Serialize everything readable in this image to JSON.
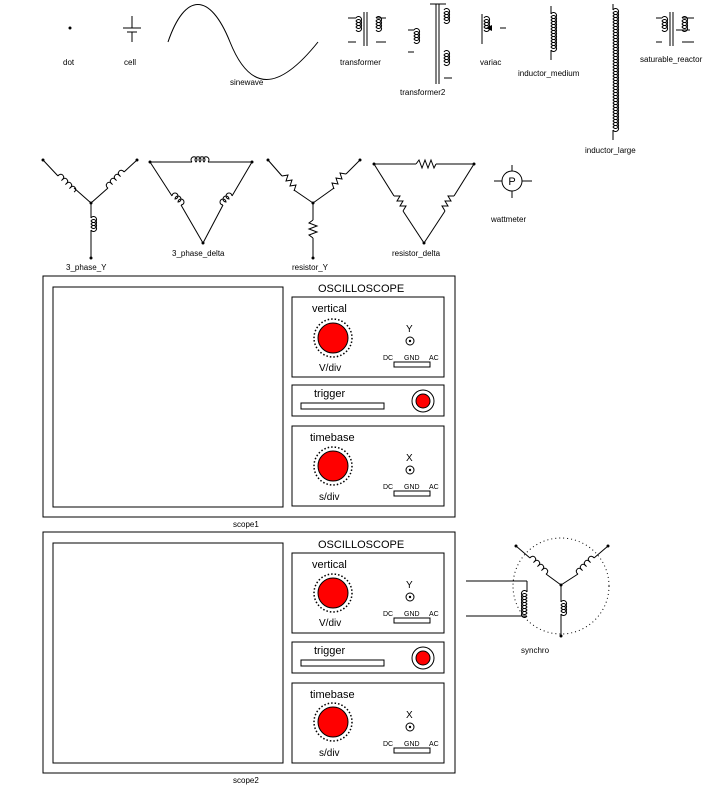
{
  "components": {
    "dot": "dot",
    "cell": "cell",
    "sinewave": "sinewave",
    "transformer": "transformer",
    "transformer2": "transformer2",
    "variac": "variac",
    "inductor_medium": "inductor_medium",
    "inductor_large": "inductor_large",
    "saturable_reactor": "saturable_reactor",
    "three_phase_y": "3_phase_Y",
    "three_phase_delta": "3_phase_delta",
    "resistor_y": "resistor_Y",
    "resistor_delta": "resistor_delta",
    "wattmeter": "wattmeter",
    "wattmeter_symbol": "P",
    "synchro": "synchro"
  },
  "scopes": [
    {
      "name": "scope1",
      "title": "OSCILLOSCOPE",
      "vertical_label": "vertical",
      "vertical_unit": "V/div",
      "y_label": "Y",
      "trigger_label": "trigger",
      "timebase_label": "timebase",
      "timebase_unit": "s/div",
      "x_label": "X",
      "coupling": {
        "dc": "DC",
        "gnd": "GND",
        "ac": "AC"
      }
    },
    {
      "name": "scope2",
      "title": "OSCILLOSCOPE",
      "vertical_label": "vertical",
      "vertical_unit": "V/div",
      "y_label": "Y",
      "trigger_label": "trigger",
      "timebase_label": "timebase",
      "timebase_unit": "s/div",
      "x_label": "X",
      "coupling": {
        "dc": "DC",
        "gnd": "GND",
        "ac": "AC"
      }
    }
  ],
  "colors": {
    "knob": "#ff0000",
    "line": "#000000"
  }
}
